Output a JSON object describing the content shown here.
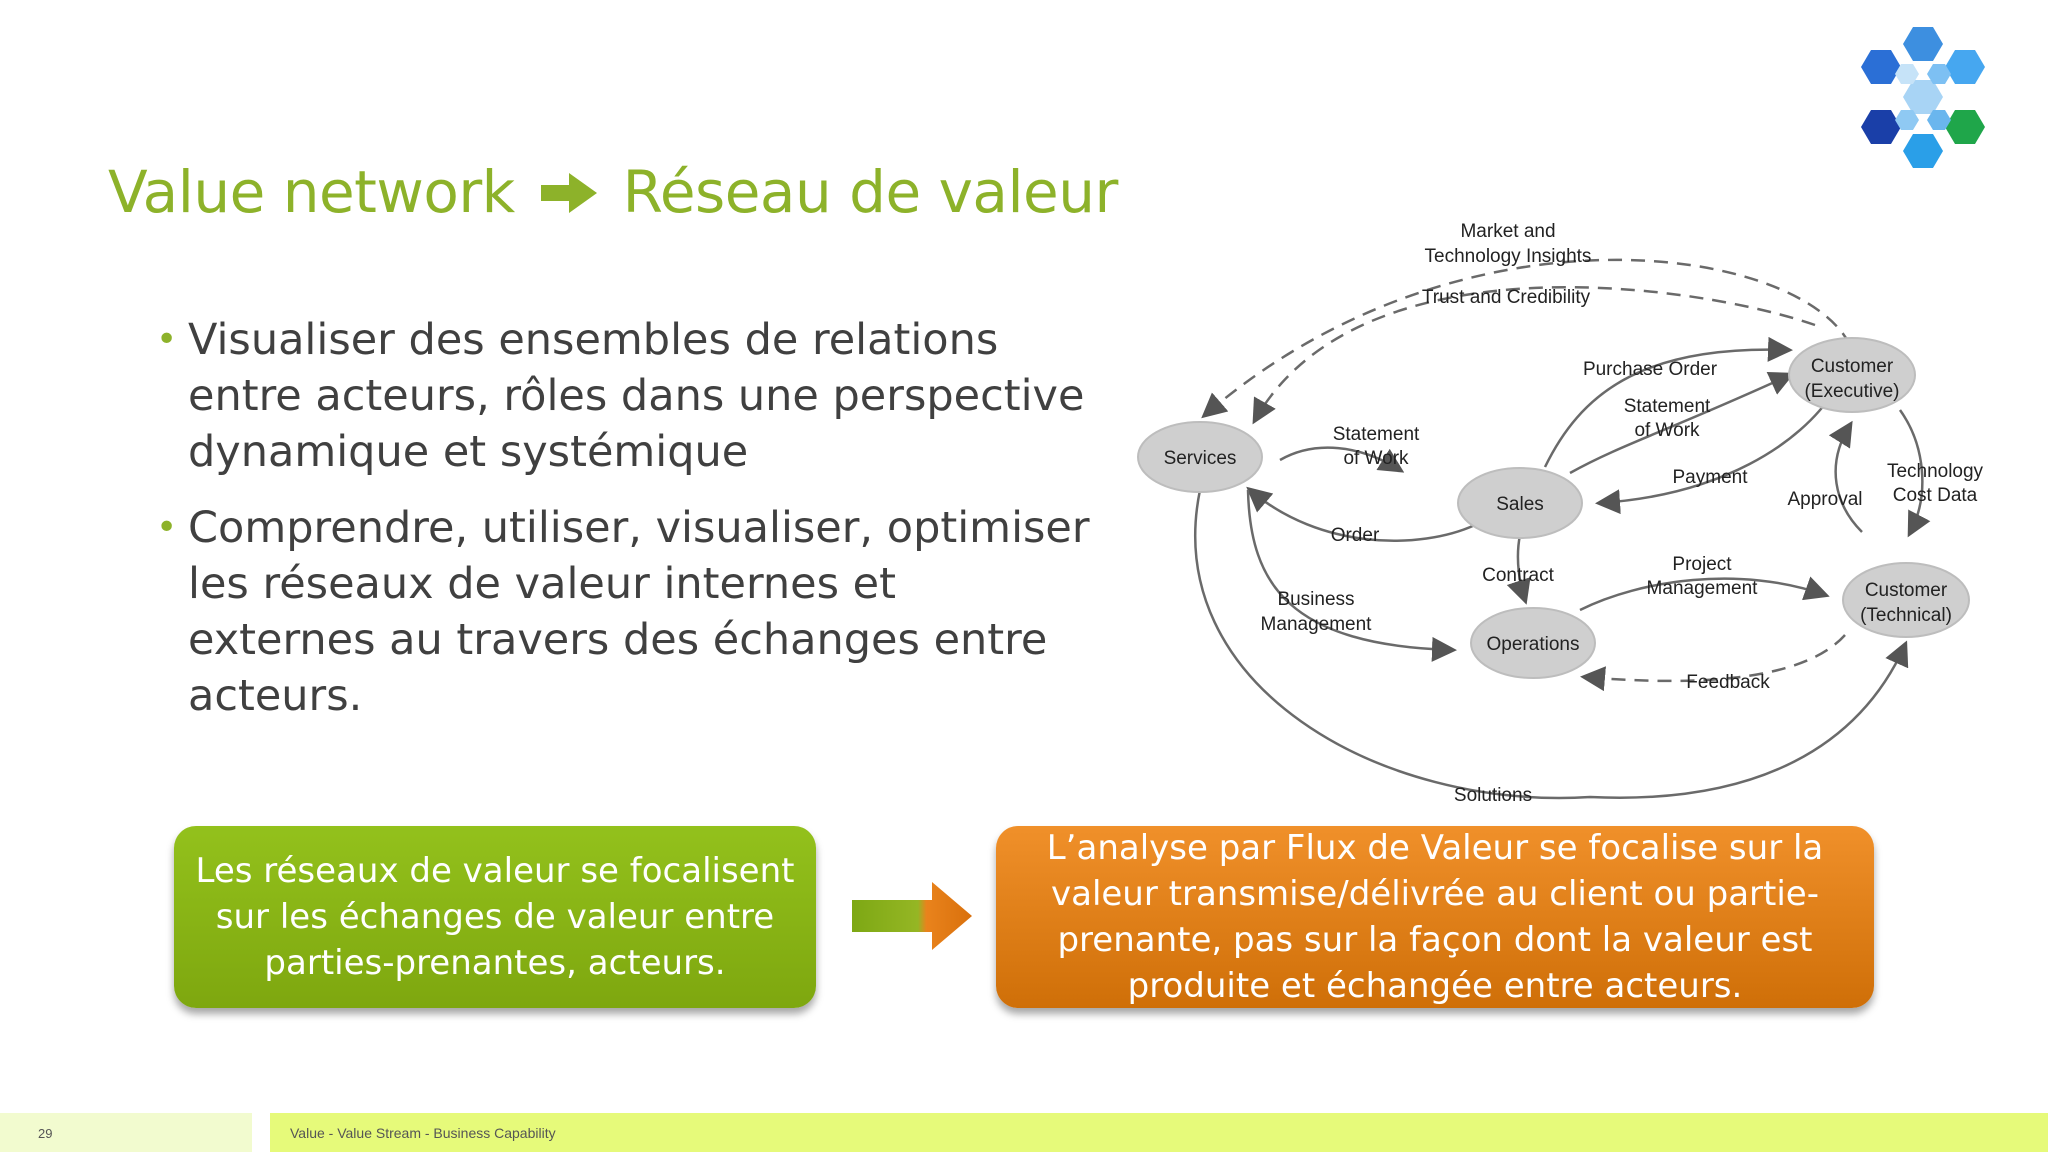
{
  "slide": {
    "title_left": "Value network",
    "title_right": "Réseau de valeur",
    "bullets": [
      "Visualiser des ensembles de relations entre acteurs, rôles dans une perspective dynamique et systémique",
      "Comprendre, utiliser, visualiser, optimiser les réseaux de valeur internes et externes au travers des échanges entre acteurs."
    ],
    "green_box": "Les réseaux de valeur se focalisent sur les échanges de valeur entre parties-prenantes, acteurs.",
    "orange_box": "L’analyse par Flux de Valeur se focalise sur la valeur transmise/délivrée au client ou partie-prenante, pas sur la façon dont la valeur est produite et échangée entre acteurs.",
    "page_number": "29",
    "footer": "Value - Value Stream - Business Capability"
  },
  "diagram": {
    "nodes": {
      "services": "Services",
      "sales": "Sales",
      "operations": "Operations",
      "customer_exec_1": "Customer",
      "customer_exec_2": "(Executive)",
      "customer_tech_1": "Customer",
      "customer_tech_2": "(Technical)"
    },
    "labels": {
      "market_1": "Market and",
      "market_2": "Technology Insights",
      "trust": "Trust and Credibility",
      "purchase_order": "Purchase Order",
      "sow_services_1": "Statement",
      "sow_services_2": "of Work",
      "sow_sales_1": "Statement",
      "sow_sales_2": "of Work",
      "payment": "Payment",
      "approval": "Approval",
      "tech_cost_1": "Technology",
      "tech_cost_2": "Cost Data",
      "order": "Order",
      "contract": "Contract",
      "project_1": "Project",
      "project_2": "Management",
      "business_1": "Business",
      "business_2": "Management",
      "feedback": "Feedback",
      "solutions": "Solutions"
    }
  },
  "colors": {
    "accent_green": "#8db22a",
    "orange": "#e07d14",
    "node_fill": "#cfcfcf",
    "footer_green": "#e6fa7a"
  }
}
